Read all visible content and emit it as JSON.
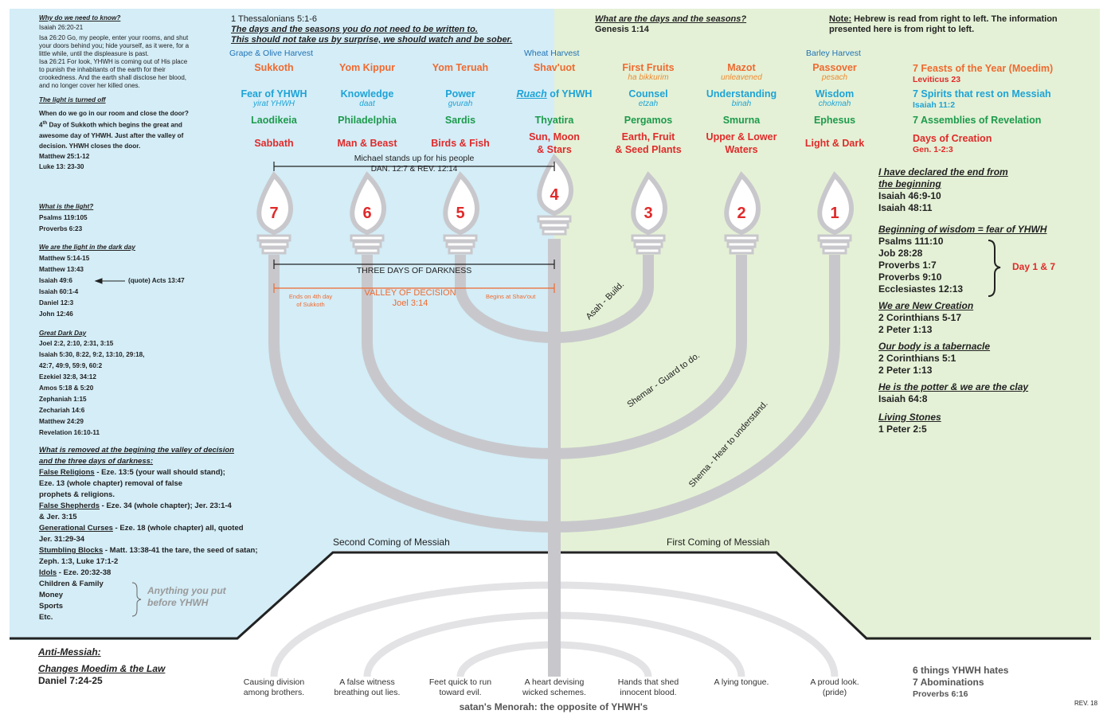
{
  "top": {
    "thess_ref": "1 Thessalonians 5:1-6",
    "thess_line1": "The days and the seasons you do not need to be written to.",
    "thess_line2": "This should not take us by surprise, we should watch and be sober.",
    "days_seasons_q": "What are the days and the seasons?",
    "genesis_ref": "Genesis 1:14",
    "note_label": "Note:",
    "note_text1": " Hebrew is read from right to left. The information",
    "note_text2": "presented here is from right to left."
  },
  "harvests": {
    "grape_olive": "Grape & Olive Harvest",
    "wheat": "Wheat Harvest",
    "barley": "Barley Harvest"
  },
  "columns": [
    {
      "num": "7",
      "feast": "Sukkoth",
      "feast_sub": "",
      "spirit": "Fear of YHWH",
      "spirit_sub": "yirat YHWH",
      "assembly": "Laodikeia",
      "creation": "Sabbath",
      "creation2": ""
    },
    {
      "num": "6",
      "feast": "Yom Kippur",
      "feast_sub": "",
      "spirit": "Knowledge",
      "spirit_sub": "daat",
      "assembly": "Philadelphia",
      "creation": "Man & Beast",
      "creation2": ""
    },
    {
      "num": "5",
      "feast": "Yom Teruah",
      "feast_sub": "",
      "spirit": "Power",
      "spirit_sub": "gvurah",
      "assembly": "Sardis",
      "creation": "Birds & Fish",
      "creation2": ""
    },
    {
      "num": "4",
      "feast": "Shav'uot",
      "feast_sub": "",
      "spirit": "Ruach",
      "spirit_sub": "",
      "assembly": "Thyatira",
      "creation": "Sun, Moon",
      "creation2": "& Stars"
    },
    {
      "num": "3",
      "feast": "First Fruits",
      "feast_sub": "ha bikkurim",
      "spirit": "Counsel",
      "spirit_sub": "etzah",
      "assembly": "Pergamos",
      "creation": "Earth, Fruit",
      "creation2": "& Seed Plants"
    },
    {
      "num": "2",
      "feast": "Mazot",
      "feast_sub": "unleavened",
      "spirit": "Understanding",
      "spirit_sub": "binah",
      "assembly": "Smurna",
      "creation": "Upper & Lower",
      "creation2": "Waters"
    },
    {
      "num": "1",
      "feast": "Passover",
      "feast_sub": "pesach",
      "spirit": "Wisdom",
      "spirit_sub": "chokmah",
      "assembly": "Ephesus",
      "creation": "Light & Dark",
      "creation2": ""
    }
  ],
  "ruach_suffix": " of YHWH",
  "row_labels": {
    "feasts": "7 Feasts of the Year (Moedim)",
    "feasts_ref": "Leviticus 23",
    "spirits": "7 Spirits that rest on Messiah",
    "spirits_ref": "Isaiah 11:2",
    "assemblies": "7 Assemblies of Revelation",
    "creation": "Days of Creation",
    "creation_ref": "Gen. 1-2:3"
  },
  "michael": {
    "line1": "Michael stands up for his people",
    "line2": "DAN. 12:7 & REV. 12:14"
  },
  "darkness": "THREE DAYS OF DARKNESS",
  "valley": {
    "title": "VALLEY OF DECISION",
    "ref": "Joel 3:14",
    "ends1": "Ends on 4th day",
    "ends2": "of Sukkoth",
    "begins": "Begins at Shav'out"
  },
  "arm_labels": {
    "asah": "Asah - Build.",
    "shemar": "Shemar - Guard to do.",
    "shema": "Shema - Hear to understand."
  },
  "comings": {
    "second": "Second Coming of Messiah",
    "first": "First Coming of Messiah"
  },
  "left": {
    "why_h": "Why do we need to know?",
    "isa_ref": "Isaiah 26:20-21",
    "isa_lines": [
      "Isa 26:20  Go, my people, enter your rooms, and shut",
      "your doors behind you; hide yourself, as it were, for a",
      "little while, until the displeasure is past.",
      "Isa 26:21  For look, YHWH is coming out of His place",
      "to punish the inhabitants of the earth for their",
      "crookedness. And the earth shall disclose her blood,",
      "and no longer cover her killed ones."
    ],
    "light_off_h": "The light is turned off",
    "when_lines": [
      "When do we go in our room and close the door?"
    ],
    "day4_a": "4",
    "day4_b": "th",
    "day4_c": " Day of Sukkoth which begins the great and",
    "when_more": [
      "awesome day of YHWH. Just after the valley of",
      "decision. YHWH closes the door.",
      "Matthew 25:1-12",
      "Luke 13: 23-30"
    ],
    "what_light_h": "What is the light?",
    "what_light": [
      "Psalms 119:105",
      "Proverbs 6:23"
    ],
    "we_light_h": "We are the light in the dark day",
    "we_light": [
      "Matthew 5:14-15",
      "Matthew 13:43",
      "Isaiah 49:6",
      "Isaiah 60:1-4",
      "Daniel 12:3",
      "John 12:46"
    ],
    "quote_note": "(quote) Acts 13:47",
    "dark_h": "Great Dark Day",
    "dark": [
      "Joel 2:2, 2:10, 2:31, 3:15",
      "Isaiah 5:30, 8:22, 9:2, 13:10, 29:18,",
      "42:7, 49:9, 59:9, 60:2",
      "Ezekiel 32:8, 34:12",
      "Amos 5:18 & 5:20",
      "Zephaniah 1:15",
      "Zechariah 14:6",
      "Matthew 24:29",
      "Revelation 16:10-11"
    ],
    "removed_h1": "What is removed at the begining the valley of decision",
    "removed_h2": "and the three days of darkness:",
    "removed": [
      {
        "u": "False Religions",
        "t": " - Eze. 13:5 (your wall should stand);"
      },
      {
        "u": "",
        "t": "Eze. 13 (whole chapter) removal of false"
      },
      {
        "u": "",
        "t": "prophets & religions."
      },
      {
        "u": "False Shepherds",
        "t": " - Eze. 34 (whole chapter); Jer. 23:1-4"
      },
      {
        "u": "",
        "t": "& Jer. 3:15"
      },
      {
        "u": "Generational Curses",
        "t": " - Eze. 18 (whole chapter) all, quoted"
      },
      {
        "u": "",
        "t": "Jer. 31:29-34"
      },
      {
        "u": "Stumbling Blocks",
        "t": " - Matt. 13:38-41 the tare, the seed of satan;"
      },
      {
        "u": "",
        "t": "Zeph. 1:3, Luke 17:1-2"
      },
      {
        "u": "Idols",
        "t": " - Eze. 20:32-38"
      }
    ],
    "idols": [
      "Children & Family",
      "Money",
      "Sports",
      "Etc."
    ],
    "anything": [
      "Anything you put",
      "before YHWH"
    ]
  },
  "right": {
    "declared_h": [
      "I have declared the end from",
      "the beginning"
    ],
    "declared": [
      "Isaiah 46:9-10",
      "Isaiah 48:11"
    ],
    "wisdom_h": "Beginning of wisdom = fear of YHWH",
    "wisdom": [
      "Psalms 111:10",
      "Job 28:28",
      "Proverbs 1:7",
      "Proverbs 9:10",
      "Ecclesiastes 12:13"
    ],
    "day17": "Day 1 & 7",
    "newc_h": "We are New Creation",
    "newc": [
      "2 Corinthians 5-17",
      "2 Peter 1:13"
    ],
    "tab_h": "Our body is a tabernacle",
    "tab": [
      "2 Corinthians 5:1",
      "2 Peter 1:13"
    ],
    "potter_h": "He is the potter & we are the clay",
    "potter": [
      "Isaiah 64:8"
    ],
    "stones_h": "Living Stones",
    "stones": [
      "1 Peter 2:5"
    ]
  },
  "anti": {
    "title": "Anti-Messiah:",
    "sub": "Changes Moedim & the Law",
    "ref": "Daniel 7:24-25"
  },
  "hates": [
    "6 things YHWH hates",
    "7 Abominations",
    "Proverbs 6:16"
  ],
  "satan": {
    "caption": "satan's Menorah: the opposite of YHWH's",
    "items": [
      [
        "Causing division",
        "among brothers."
      ],
      [
        "A false witness",
        "breathing out lies."
      ],
      [
        "Feet quick to run",
        "toward evil."
      ],
      [
        "A heart devising",
        "wicked schemes."
      ],
      [
        "Hands that shed",
        "innocent blood."
      ],
      [
        "A lying tongue.",
        ""
      ],
      [
        "A proud look.",
        "(pride)"
      ]
    ]
  },
  "rev": "REV. 18"
}
